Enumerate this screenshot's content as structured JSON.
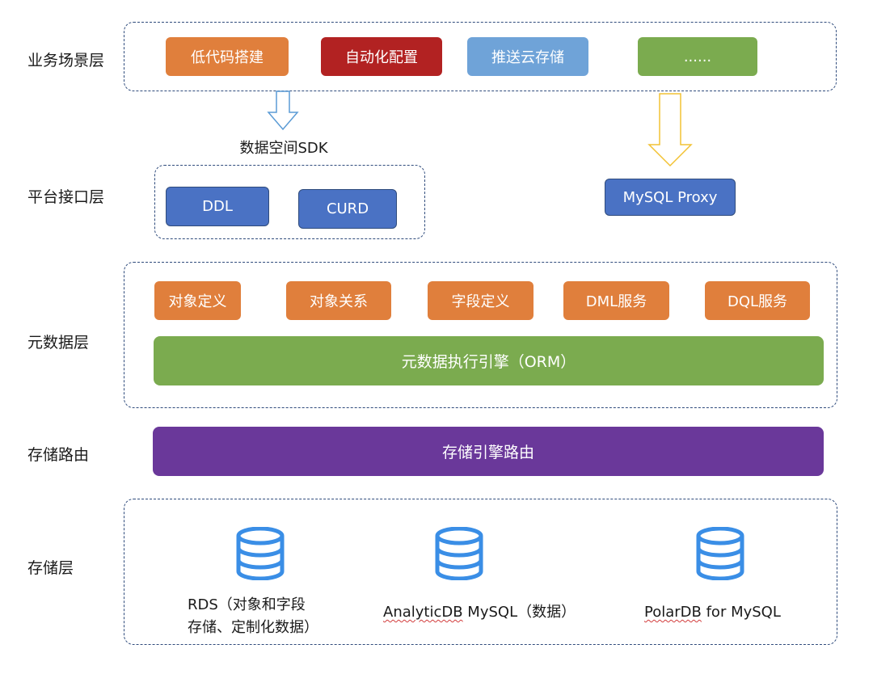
{
  "layers": {
    "business": "业务场景层",
    "platform": "平台接口层",
    "metadata": "元数据层",
    "routing": "存储路由",
    "storage": "存储层"
  },
  "business_items": [
    "低代码搭建",
    "自动化配置",
    "推送云存储",
    "......"
  ],
  "sdk_label": "数据空间SDK",
  "platform_items": [
    "DDL",
    "CURD"
  ],
  "proxy_label": "MySQL Proxy",
  "meta_items": [
    "对象定义",
    "对象关系",
    "字段定义",
    "DML服务",
    "DQL服务"
  ],
  "orm_label": "元数据执行引擎（ORM）",
  "router_label": "存储引擎路由",
  "storage": {
    "rds_line1": "RDS（对象和字段",
    "rds_line2": "存储、定制化数据）",
    "adb_name": "AnalyticDB",
    "adb_rest": " MySQL（数据）",
    "polar_name": "PolarDB",
    "polar_rest": " for MySQL"
  },
  "colors": {
    "orange": "#e07f3c",
    "red": "#b22222",
    "light_blue": "#6fa3d8",
    "green": "#7bab4f",
    "blue": "#4a72c4",
    "purple": "#6a389a",
    "db_icon": "#3a8ee6",
    "sdk_arrow": "#5b9bd5",
    "proxy_arrow": "#f2c233",
    "dashed_border": "#2f4b7c"
  }
}
